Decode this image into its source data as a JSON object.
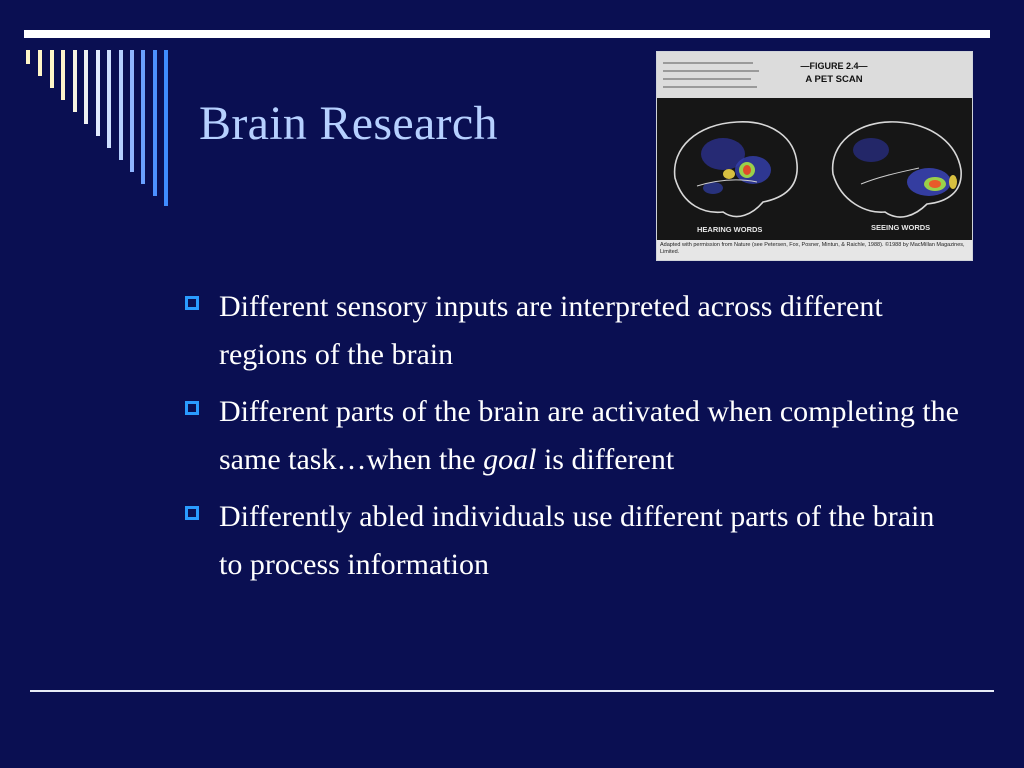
{
  "slide": {
    "title": "Brain Research",
    "bullets": [
      {
        "text": "Different sensory inputs are interpreted across different regions of the brain"
      },
      {
        "before": "Different parts of the brain are activated when completing the same task…when the ",
        "emphasis": "goal",
        "after": " is different"
      },
      {
        "text": "Differently abled individuals use different parts of the brain to process information"
      }
    ]
  },
  "figure": {
    "number": "—FIGURE 2.4—",
    "name": "A PET SCAN",
    "left_label": "HEARING WORDS",
    "right_label": "SEEING WORDS",
    "caption": "Adapted with permission from Nature (see Petersen, Fox, Posner, Mintun, & Raichle, 1988). ©1988 by MacMillan Magazines, Limited."
  },
  "colors": {
    "background": "#0a0f52",
    "title": "#b6d0ff",
    "bullet_marker": "#2a9bff",
    "stripe_light": "#fff6c8",
    "stripe_blue": "#3f8cff"
  }
}
